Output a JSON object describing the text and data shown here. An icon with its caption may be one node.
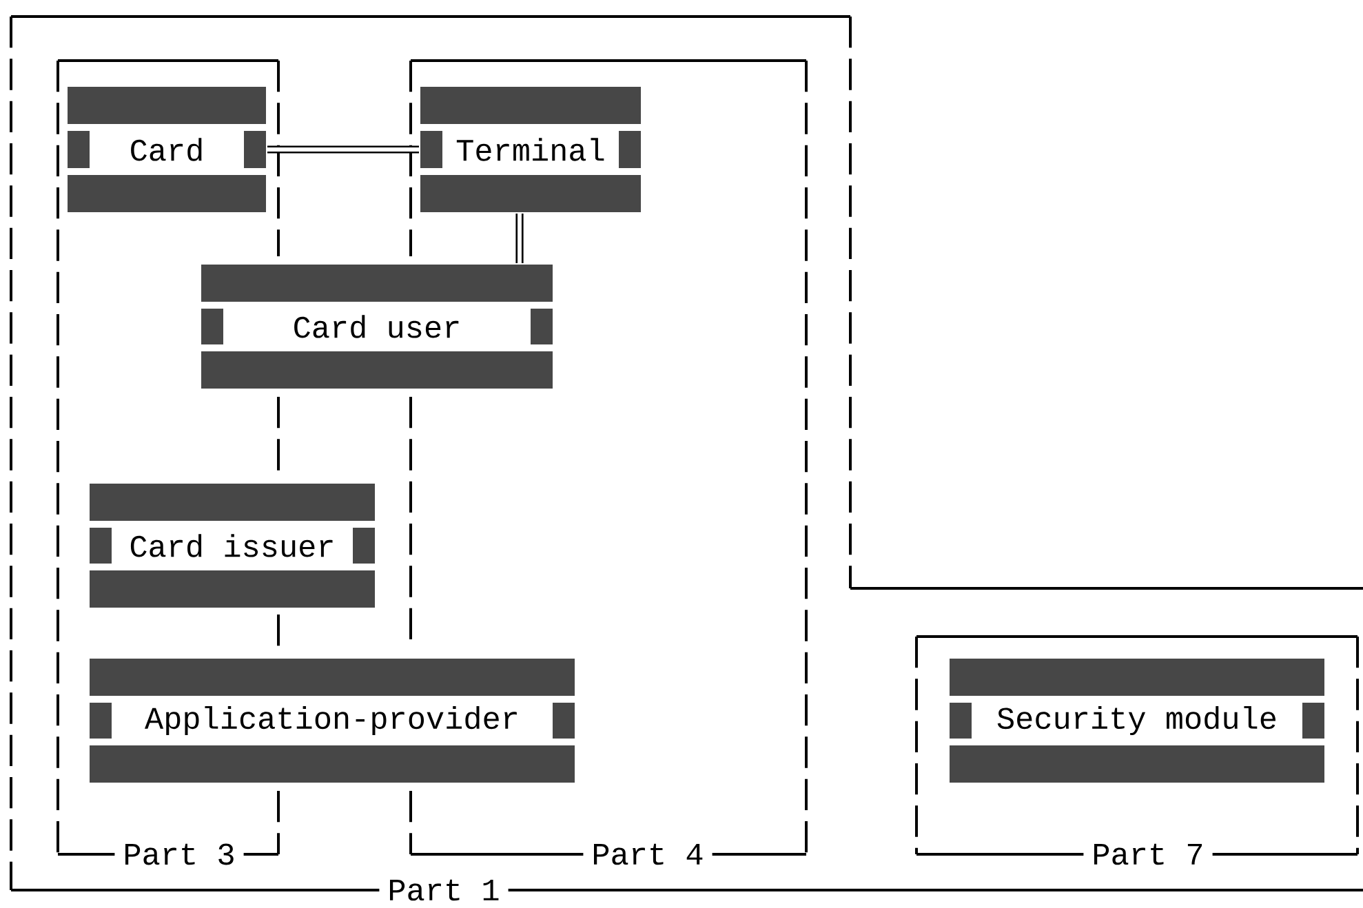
{
  "diagram": {
    "nodes": [
      {
        "text": [
          "Part 1"
        ]
      },
      {
        "text": [
          "Part 3"
        ],
        "in": 0
      },
      {
        "text": [
          "Part 4"
        ],
        "in": 0
      },
      {
        "text": [
          "Card"
        ],
        "in": 1
      },
      {
        "text": [
          "Terminal"
        ],
        "in": 2
      },
      {
        "text": [
          "Card user"
        ],
        "in": 0
      },
      {
        "text": [
          "Card issuer"
        ],
        "in": 0
      },
      {
        "text": [
          "Application-provider"
        ],
        "in": 0
      },
      {
        "text": [
          "Part 7"
        ],
        "in": 0
      },
      {
        "text": [
          "Security module"
        ],
        "in": 8
      }
    ],
    "edges": [
      {
        "from": 3,
        "to": 4,
        "arrow": "none"
      },
      {
        "from": 4,
        "to": 5,
        "arrow": "none"
      }
    ]
  }
}
